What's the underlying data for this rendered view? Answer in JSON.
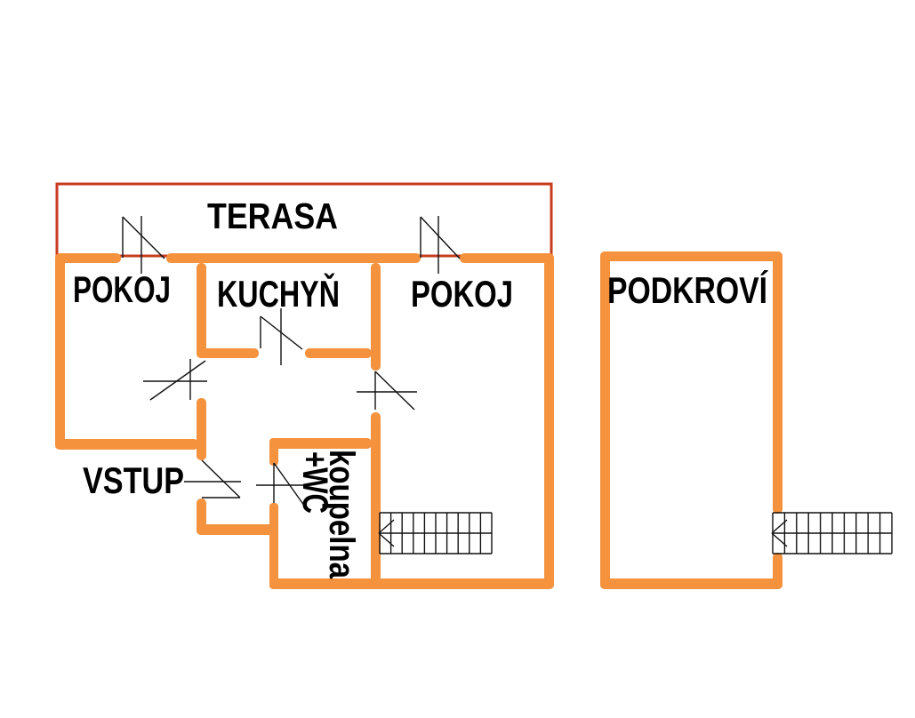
{
  "plan_title": "apartment floor plan",
  "colors": {
    "wall": "#F4923E",
    "terrace_border": "#C63D20",
    "line": "#111111",
    "background": "#FFFFFF",
    "label_text": "#000000"
  },
  "labels": {
    "terrace": "TERASA",
    "room_left": "POKOJ",
    "kitchen": "KUCHYŇ",
    "room_right": "POKOJ",
    "attic": "PODKROVÍ",
    "entrance": "VSTUP",
    "bathroom_line1": "koupelna",
    "bathroom_line2": "+WC"
  },
  "stairs": {
    "ground": {
      "steps": 10,
      "arrow_direction": "left"
    },
    "attic": {
      "steps": 10,
      "arrow_direction": "left"
    }
  },
  "door_symbols_count": 7
}
